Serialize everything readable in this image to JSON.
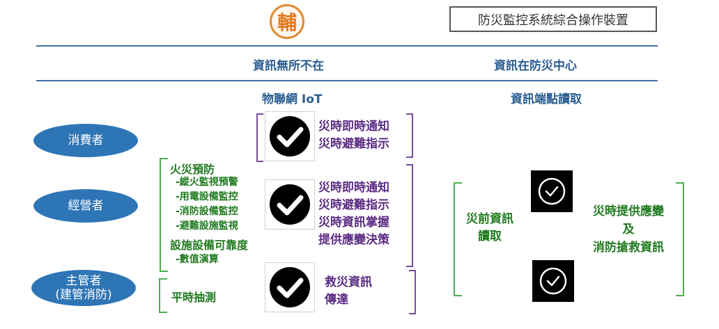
{
  "logo": {
    "char": "輔"
  },
  "device_title": "防災監控系統綜合操作裝置",
  "columns": {
    "left_header": "資訊無所不在",
    "right_header": "資訊在防災中心",
    "left_sub": "物聯網 IoT",
    "right_sub": "資訊端點讀取"
  },
  "roles": {
    "consumer": "消費者",
    "operator": "經營者",
    "manager_line1": "主管者",
    "manager_line2": "(建管消防)"
  },
  "operator_items": {
    "fire_prevention": "火災預防",
    "sub1": "-縱火監視預警",
    "sub2": "-用電設備監控",
    "sub3": "-消防設備監控",
    "sub4": "-避難設施監視",
    "reliability": "設施設備可靠度",
    "sub5": "-數值演算"
  },
  "manager_items": {
    "routine": "平時抽測"
  },
  "consumer_info": {
    "line1": "災時即時通知",
    "line2": "災時避難指示"
  },
  "operator_info": {
    "line1": "災時即時通知",
    "line2": "災時避難指示",
    "line3": "災時資訊掌握",
    "line4": "提供應變決策"
  },
  "manager_info": {
    "line1": "救災資訊",
    "line2": "傳達"
  },
  "right_panel": {
    "pre_line1": "災前資訊",
    "pre_line2": "讀取",
    "post_line1": "災時提供應變",
    "post_line2": "及",
    "post_line3": "消防搶救資訊"
  },
  "colors": {
    "role_ellipse": "#2e75b6",
    "green": "#1f7a1f",
    "purple": "#5b2c83",
    "header_blue": "#2b5d91",
    "logo_orange": "#e07a1e"
  }
}
